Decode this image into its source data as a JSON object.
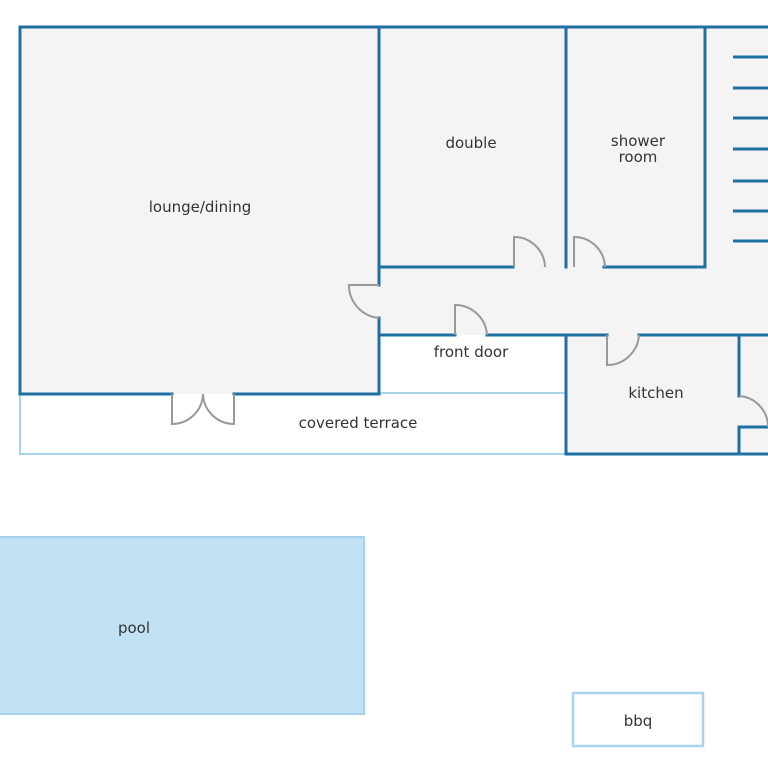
{
  "rooms": {
    "lounge_dining": "lounge/dining",
    "double": "double",
    "shower_line1": "shower",
    "shower_line2": "room",
    "kitchen": "kitchen",
    "front_door": "front door",
    "covered_terrace": "covered terrace",
    "pool": "pool",
    "bbq": "bbq"
  },
  "colors": {
    "wall": "#1f6fa3",
    "room_fill": "#f4f4f4",
    "terrace_line": "#a9d4ec",
    "pool_fill": "#c2e1f5",
    "pool_border": "#a5d0ee",
    "door": "#999999"
  }
}
